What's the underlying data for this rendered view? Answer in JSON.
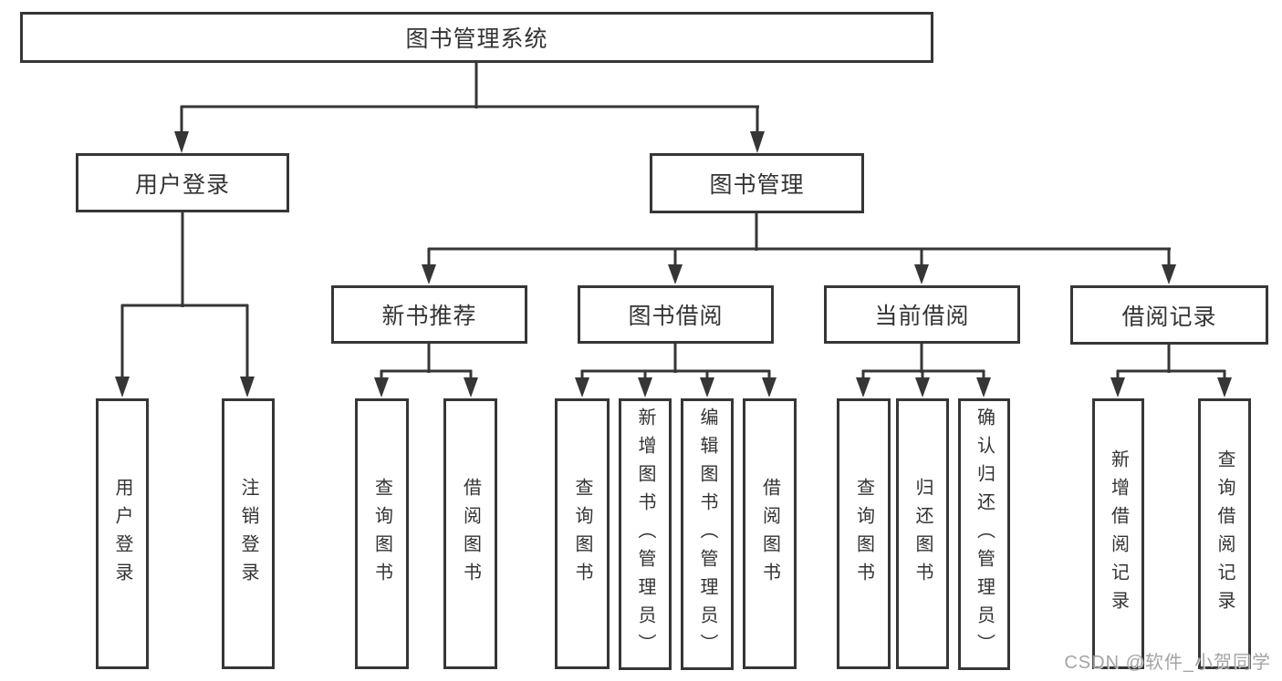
{
  "colors": {
    "line": "#363636",
    "text": "#333333",
    "background": "#ffffff",
    "watermark": "#9b9b9b"
  },
  "watermark": {
    "text": "CSDN @软件_小贺同学"
  },
  "tree": {
    "label": "图书管理系统",
    "children": [
      {
        "label": "用户登录",
        "children": [
          {
            "label": "用户登录"
          },
          {
            "label": "注销登录"
          }
        ]
      },
      {
        "label": "图书管理",
        "children": [
          {
            "label": "新书推荐",
            "children": [
              {
                "label": "查询图书"
              },
              {
                "label": "借阅图书"
              }
            ]
          },
          {
            "label": "图书借阅",
            "children": [
              {
                "label": "查询图书"
              },
              {
                "label": "新增图书（管理员）"
              },
              {
                "label": "编辑图书（管理员）"
              },
              {
                "label": "借阅图书"
              }
            ]
          },
          {
            "label": "当前借阅",
            "children": [
              {
                "label": "查询图书"
              },
              {
                "label": "归还图书"
              },
              {
                "label": "确认归还（管理员）"
              }
            ]
          },
          {
            "label": "借阅记录",
            "children": [
              {
                "label": "新增借阅记录"
              },
              {
                "label": "查询借阅记录"
              }
            ]
          }
        ]
      }
    ]
  }
}
